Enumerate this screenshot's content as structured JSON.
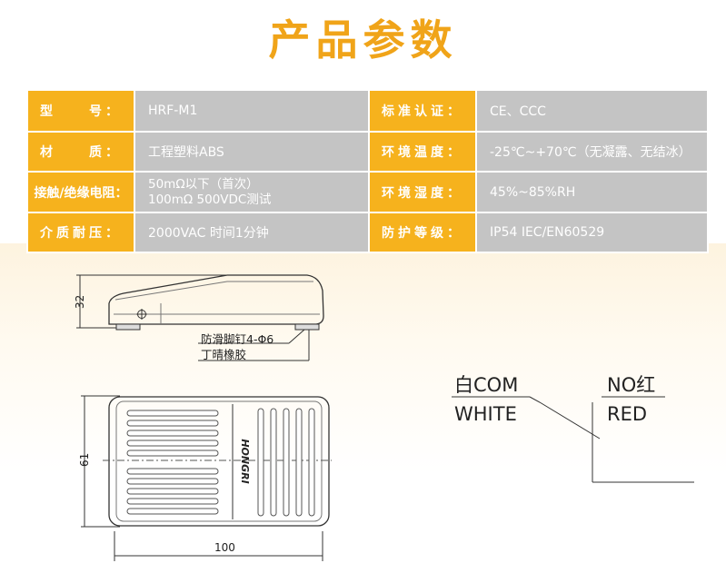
{
  "header": {
    "title": "产品参数"
  },
  "spec_rows": [
    {
      "k1": "型　　号：",
      "v1": "HRF-M1",
      "k2": "标准认证：",
      "v2": "CE、CCC"
    },
    {
      "k1": "材　　质：",
      "v1": "工程塑料ABS",
      "k2": "环境温度：",
      "v2": "-25℃~+70℃（无凝露、无结冰）"
    },
    {
      "k1": "接触/绝缘电阻：",
      "v1a": "50mΩ以下（首次）",
      "v1b": "100mΩ 500VDC测试",
      "k2": "环境湿度：",
      "v2": "45%~85%RH"
    },
    {
      "k1": "介质耐压：",
      "v1": "2000VAC 时间1分钟",
      "k2": "防护等级：",
      "v2": "IP54 IEC/EN60529"
    }
  ],
  "drawing": {
    "side_height_dim": "32",
    "foot_note_1": "防滑脚钉4-Φ6",
    "foot_note_2": "丁晴橡胶",
    "top_width_dim": "61",
    "length_dim": "100",
    "brand": "HONGRI"
  },
  "wiring": {
    "com_label": "白COM",
    "white_label": "WHITE",
    "no_label": "NO红",
    "red_label": "RED"
  }
}
